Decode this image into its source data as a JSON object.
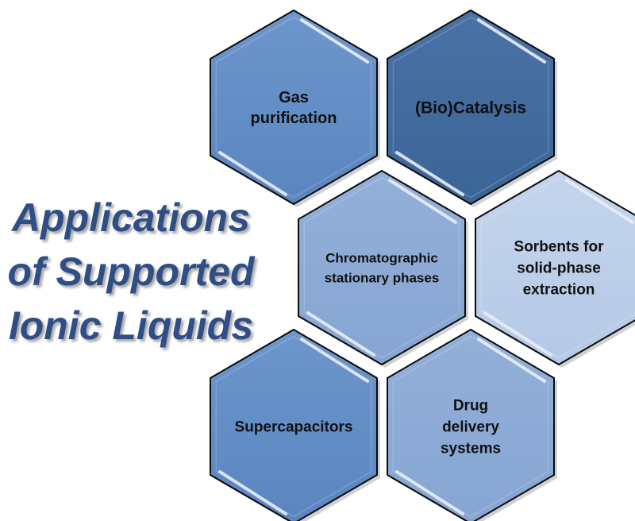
{
  "title": {
    "lines": [
      "Applications",
      "of Supported",
      "Ionic Liquids"
    ]
  },
  "colors": {
    "title": "#2f4e85",
    "hex_outline": "#0a0a0a",
    "shine": "#e8eef8"
  },
  "hexagons": [
    {
      "key": "gas",
      "lines": [
        "Gas",
        "purification"
      ],
      "fill_top": "#6d96cc",
      "fill_bottom": "#5a85bf"
    },
    {
      "key": "catalysis",
      "lines": [
        "(Bio)Catalysis"
      ],
      "fill_top": "#4a72a6",
      "fill_bottom": "#3b6497"
    },
    {
      "key": "chromatographic",
      "lines": [
        "Chromatographic",
        "stationary phases"
      ],
      "fill_top": "#93b0d9",
      "fill_bottom": "#86a5d2"
    },
    {
      "key": "sorbents",
      "lines": [
        "Sorbents for",
        "solid-phase",
        "extraction"
      ],
      "fill_top": "#c4d4ec",
      "fill_bottom": "#b5c9e6"
    },
    {
      "key": "supercapacitors",
      "lines": [
        "Supercapacitors"
      ],
      "fill_top": "#6d96cc",
      "fill_bottom": "#5a85bf"
    },
    {
      "key": "drug",
      "lines": [
        "Drug",
        "delivery",
        "systems"
      ],
      "fill_top": "#93b0d9",
      "fill_bottom": "#86a5d2"
    }
  ]
}
